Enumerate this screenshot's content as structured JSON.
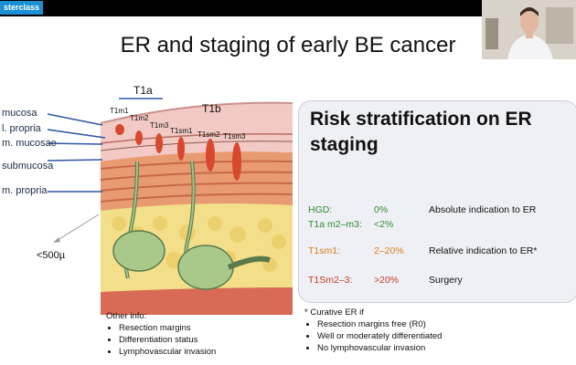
{
  "app": {
    "badge": "sterclass"
  },
  "slide": {
    "title": "ER and staging of early BE cancer",
    "diagram": {
      "t1a": "T1a",
      "t1b": "T1b",
      "sublabels": [
        "T1m1",
        "T1m2",
        "T1m3",
        "T1sm1",
        "T1sm2",
        "T1sm3"
      ],
      "layers": [
        "mucosa",
        "l. propria",
        "m. mucosae",
        "submucosa",
        "m. propria"
      ],
      "depth": "<500µ"
    },
    "risk": {
      "title": "Risk stratification on ER staging",
      "rows": [
        {
          "label": "HGD:",
          "pct": "0%",
          "indication": "Absolute indication to ER"
        },
        {
          "label": "T1a m2–m3:",
          "pct": "<2%",
          "indication": ""
        },
        {
          "label": "T1sm1:",
          "pct": "2–20%",
          "indication": "Relative indication to ER*"
        },
        {
          "label": "T1Sm2–3:",
          "pct": ">20%",
          "indication": "Surgery"
        }
      ]
    },
    "other_info": {
      "heading": "Other info:",
      "items": [
        "Resection margins",
        "Differentiation status",
        "Lymphovascular invasion"
      ]
    },
    "curative": {
      "heading": "* Curative ER if",
      "items": [
        "Resection margins free (R0)",
        "Well or moderately differentiated",
        "No lymphovascular invasion"
      ]
    },
    "colors": {
      "green": "#2e8b2e",
      "orange": "#e07a20",
      "red": "#c93a22",
      "tissue_pink": "#f2c9c4",
      "submucosa": "#e89a70",
      "fat": "#f3df8a"
    }
  }
}
